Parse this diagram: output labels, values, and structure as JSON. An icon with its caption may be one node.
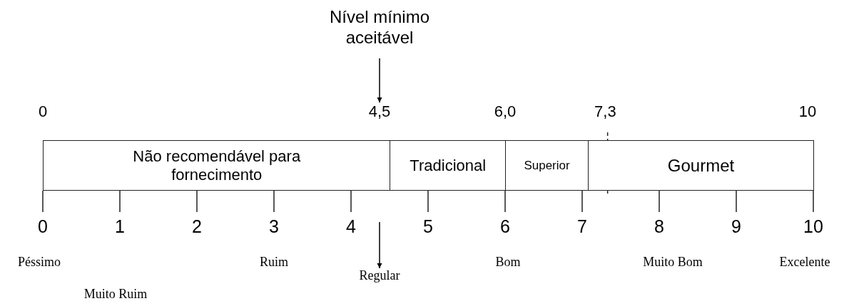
{
  "diagram": {
    "nodes": [
      {
        "text": [
          "Nível mínimo aceitável"
        ]
      },
      {
        "text": [
          "4,5"
        ]
      },
      {
        "text": [
          "Não recomendável para fornecimento"
        ]
      },
      {
        "text": [
          "Tradicional"
        ]
      },
      {
        "text": [
          "Superior"
        ]
      },
      {
        "text": [
          "Gourmet"
        ]
      },
      {
        "text": [
          "Regular"
        ]
      }
    ],
    "edges": [
      {
        "from": 0,
        "to": 1,
        "arrow": "to"
      },
      {
        "from": null,
        "to": 6,
        "arrow": "to"
      }
    ],
    "labels": [
      "0",
      "6,0",
      "7,3",
      "10",
      "0",
      "1",
      "2",
      "3",
      "4",
      "5",
      "6",
      "7",
      "8",
      "9",
      "10",
      "Péssimo",
      "Ruim",
      "Bom",
      "Muito Bom",
      "Excelente",
      "Muito Ruim"
    ]
  }
}
